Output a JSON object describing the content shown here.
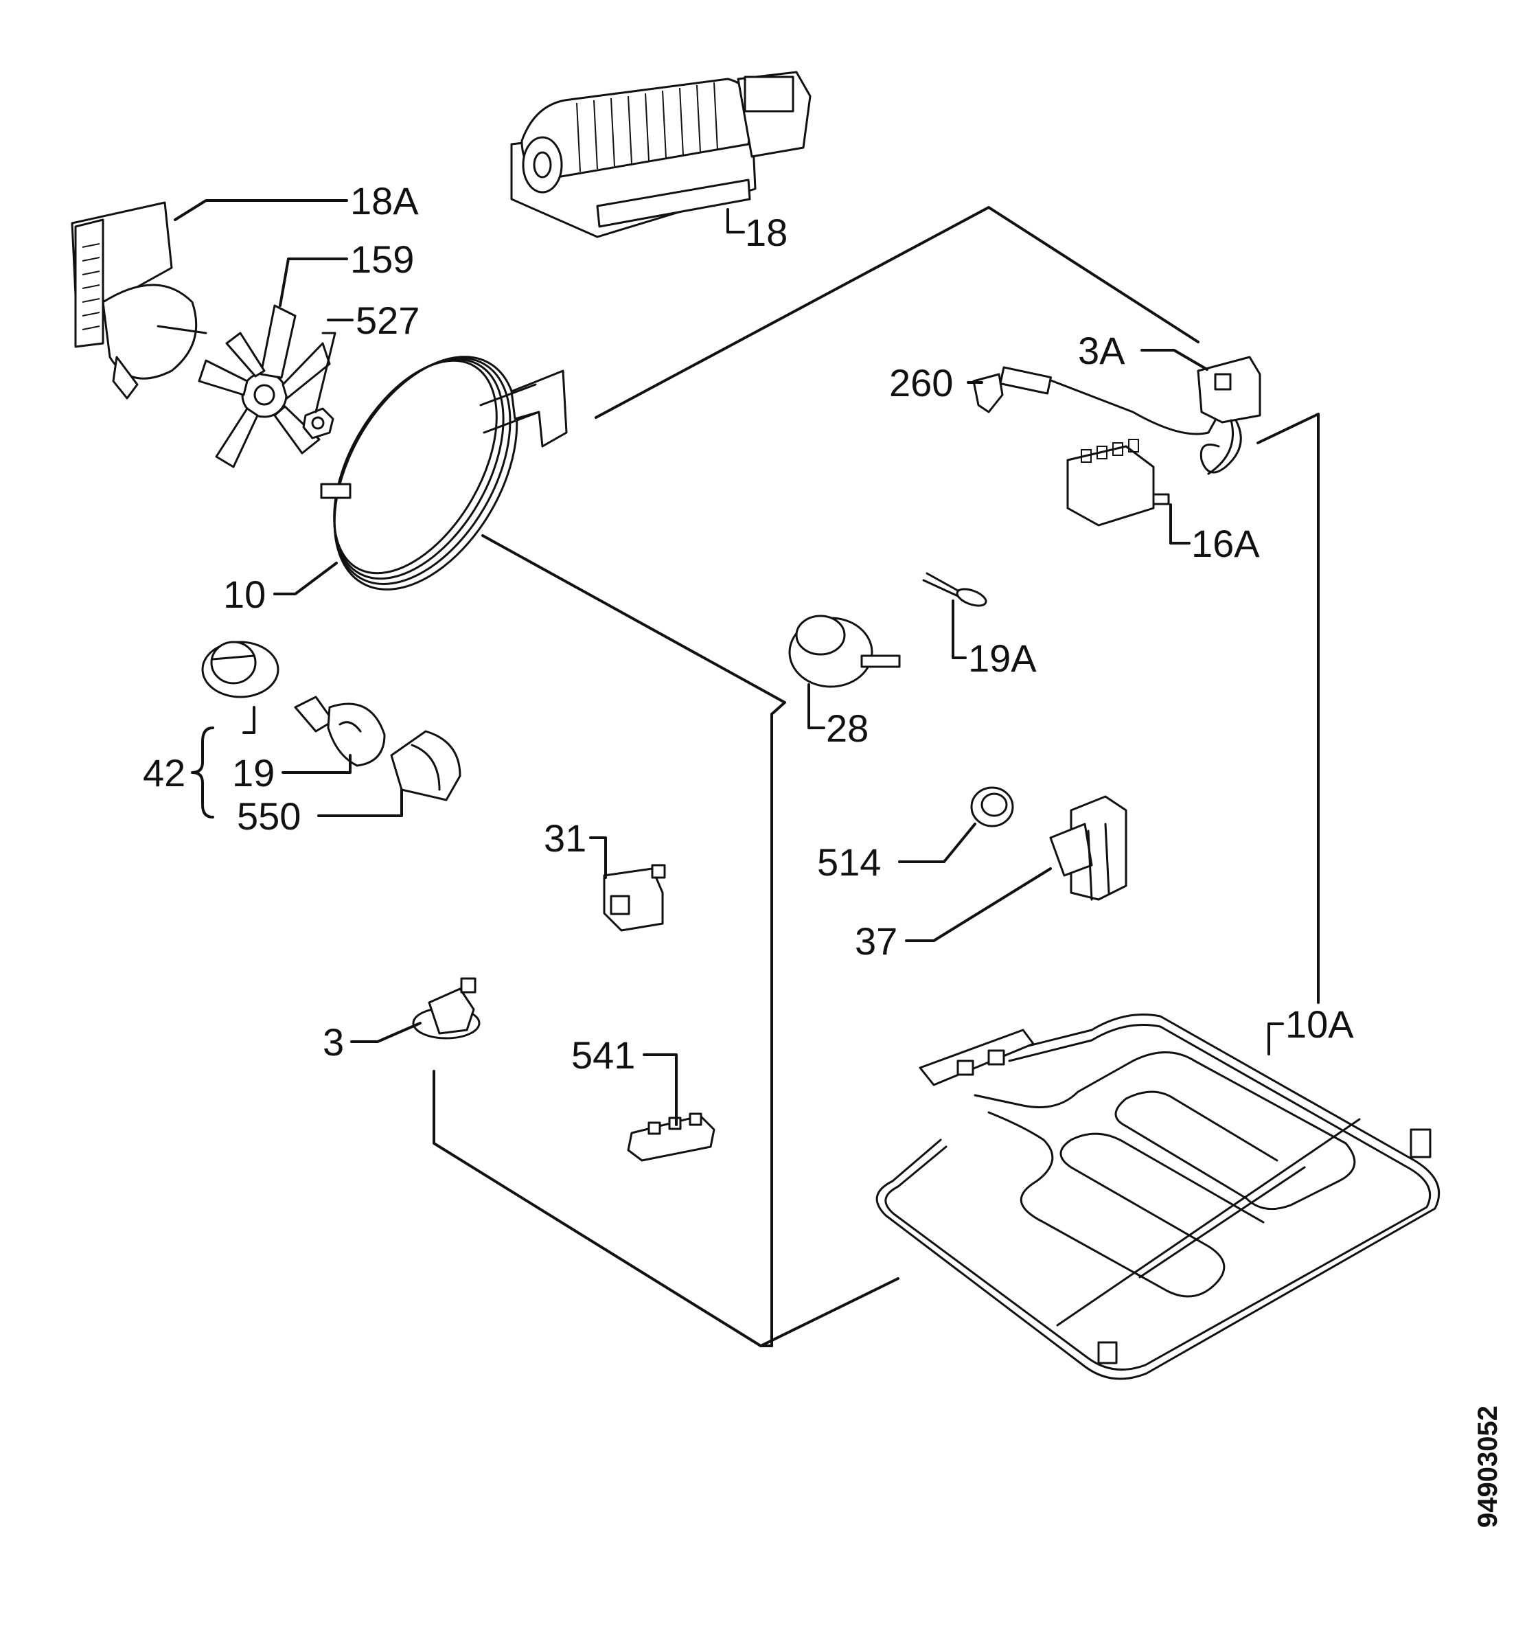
{
  "document_number": "94903052",
  "labels": {
    "l18a": "18A",
    "l159": "159",
    "l527": "527",
    "l18": "18",
    "l3a": "3A",
    "l260": "260",
    "l16a": "16A",
    "l10": "10",
    "l19a": "19A",
    "l28": "28",
    "l42": "42",
    "l19": "19",
    "l550": "550",
    "l31": "31",
    "l514": "514",
    "l37": "37",
    "l3": "3",
    "l10a": "10A",
    "l541": "541"
  }
}
